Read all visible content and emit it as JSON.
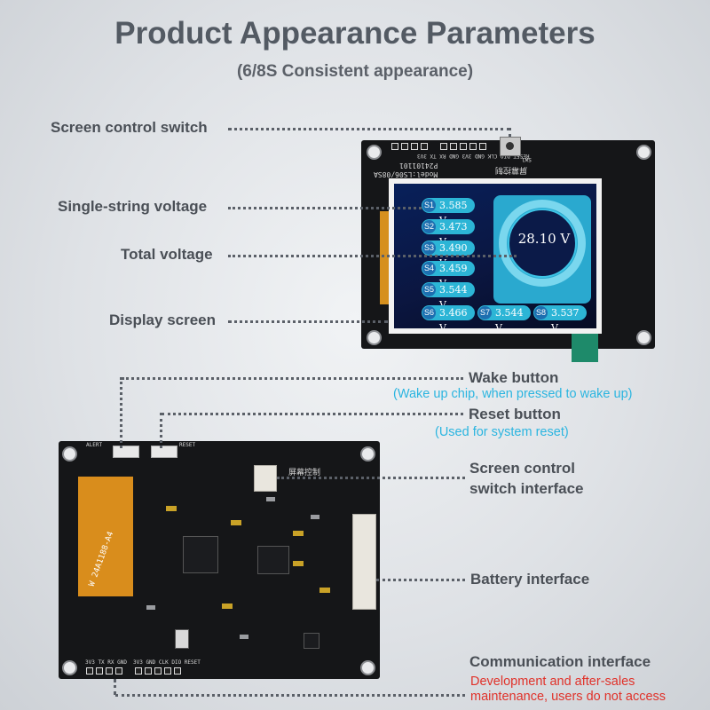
{
  "title": "Product Appearance Parameters",
  "subtitle": "(6/8S Consistent appearance)",
  "front_labels": {
    "screen_control_switch": "Screen control switch",
    "single_string_voltage": "Single-string voltage",
    "total_voltage": "Total voltage",
    "display_screen": "Display screen"
  },
  "back_labels": {
    "wake_button": "Wake button",
    "wake_button_note": "(Wake up chip, when pressed to wake up)",
    "reset_button": "Reset button",
    "reset_button_note": "(Used for system reset)",
    "screen_switch_interface_1": "Screen control",
    "screen_switch_interface_2": "switch interface",
    "battery_interface": "Battery interface",
    "communication_interface": "Communication interface",
    "communication_warning_1": "Development and after-sales",
    "communication_warning_2": "maintenance, users do not access"
  },
  "display": {
    "total_voltage": "28.10 V",
    "cells": [
      {
        "tag": "S1",
        "value": "3.585 V"
      },
      {
        "tag": "S2",
        "value": "3.473 V"
      },
      {
        "tag": "S3",
        "value": "3.490 V"
      },
      {
        "tag": "S4",
        "value": "3.459 V"
      },
      {
        "tag": "S5",
        "value": "3.544 V"
      },
      {
        "tag": "S6",
        "value": "3.466 V"
      },
      {
        "tag": "S7",
        "value": "3.544 V"
      },
      {
        "tag": "S8",
        "value": "3.537 V"
      }
    ]
  },
  "silkscreen": {
    "front_header": "RESET DIO CLK GND 3V3   GND RX TX 3V3",
    "front_sw": "SW1",
    "front_model": "Model:LS06/08SA",
    "front_serial": "P24101101",
    "front_screen_ctrl": "屏幕控制",
    "back_alert": "ALERT",
    "back_reset": "RESET",
    "back_screen_ctrl": "屏幕控制",
    "back_fpc": "W 24A1188-A4",
    "back_header_left": "3V3 TX RX GND",
    "back_header_right": "3V3 GND CLK DIO RESET"
  },
  "colors": {
    "title": "#535a63",
    "note": "#2bb5e0",
    "warning": "#e0322a",
    "cell_badge": "#2cb5d6",
    "lcd_background": "#0b1640"
  }
}
